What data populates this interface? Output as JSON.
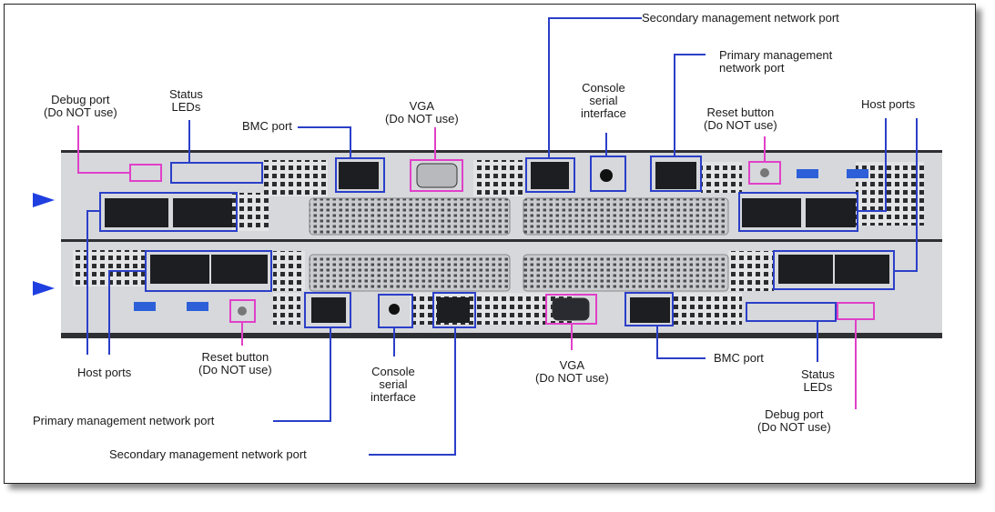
{
  "colors": {
    "blue": "#2b3fc8",
    "magenta": "#e040c8",
    "chassis": "#d9dbdf",
    "arrow": "#1f3fe0"
  },
  "labels": {
    "sec_mgmt_top": [
      "Secondary management network port"
    ],
    "prim_mgmt_top": [
      "Primary management",
      "network port"
    ],
    "debug_top": [
      "Debug port",
      "(Do NOT use)"
    ],
    "status_top": [
      "Status",
      "LEDs"
    ],
    "bmc_top": [
      "BMC port"
    ],
    "vga_top": [
      "VGA",
      "(Do NOT use)"
    ],
    "console_top": [
      "Console",
      "serial",
      "interface"
    ],
    "reset_top": [
      "Reset button",
      "(Do NOT use)"
    ],
    "host_top": [
      "Host ports"
    ],
    "host_bottom": [
      "Host ports"
    ],
    "reset_bottom": [
      "Reset button",
      "(Do NOT use)"
    ],
    "console_bottom": [
      "Console",
      "serial",
      "interface"
    ],
    "vga_bottom": [
      "VGA",
      "(Do NOT use)"
    ],
    "bmc_bottom": [
      "BMC port"
    ],
    "status_bottom": [
      "Status",
      "LEDs"
    ],
    "debug_bottom": [
      "Debug port",
      "(Do NOT use)"
    ],
    "prim_mgmt_bottom": [
      "Primary management network port"
    ],
    "sec_mgmt_bottom": [
      "Secondary management network port"
    ]
  }
}
